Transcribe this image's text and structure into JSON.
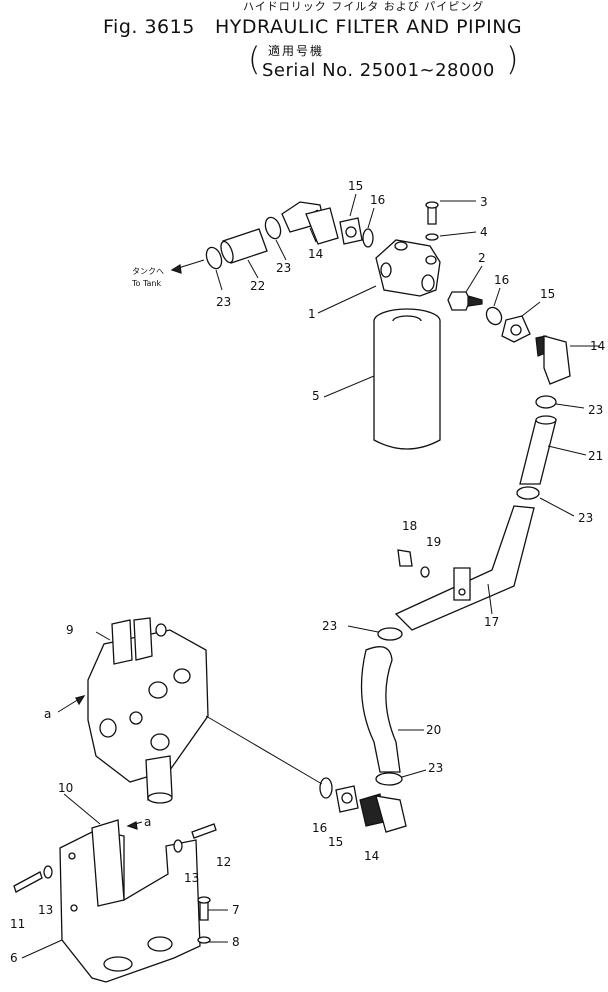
{
  "header": {
    "fig_label": "Fig. 3615",
    "title_jp": "ハイドロリック フイルタ および パイピング",
    "title_en": "HYDRAULIC FILTER AND PIPING",
    "applicability_jp": "適用号機",
    "serial": "Serial No. 25001~28000"
  },
  "notes": {
    "to_tank_jp": "タンクへ",
    "to_tank_en": "To Tank",
    "arrow_a_left": "a",
    "arrow_a_bracket": "a"
  },
  "callouts": {
    "c1": "1",
    "c2": "2",
    "c3": "3",
    "c4": "4",
    "c5": "5",
    "c6": "6",
    "c7": "7",
    "c8": "8",
    "c9": "9",
    "c10": "10",
    "c11": "11",
    "c12": "12",
    "c13a": "13",
    "c13b": "13",
    "c14a": "14",
    "c14b": "14",
    "c14c": "14",
    "c15a": "15",
    "c15b": "15",
    "c15c": "15",
    "c16a": "16",
    "c16b": "16",
    "c16c": "16",
    "c17": "17",
    "c18": "18",
    "c19": "19",
    "c20": "20",
    "c21": "21",
    "c22": "22",
    "c23a": "23",
    "c23b": "23",
    "c23c": "23",
    "c23d": "23",
    "c23e": "23",
    "c23f": "23"
  }
}
